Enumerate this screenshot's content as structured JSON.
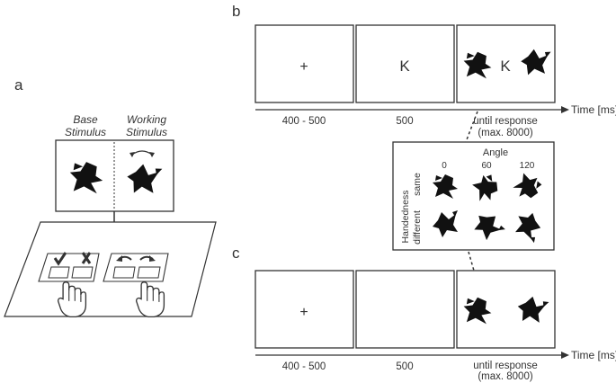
{
  "panel_labels": {
    "a": "a",
    "b": "b",
    "c": "c"
  },
  "panel_a": {
    "base_label_1": "Base",
    "base_label_2": "Stimulus",
    "working_label_1": "Working",
    "working_label_2": "Stimulus",
    "icons": [
      "check-icon",
      "cross-icon",
      "rotate-left-icon",
      "rotate-right-icon",
      "pointing-hand-icon"
    ]
  },
  "panel_b": {
    "frame1_symbol": "+",
    "frame2_symbol": "K",
    "frame3_symbol": "K",
    "duration1": "400 - 500",
    "duration2": "500",
    "duration3_line1": "until response",
    "duration3_line2": "(max. 8000)",
    "time_label": "Time [ms]"
  },
  "inset": {
    "angle_title": "Angle",
    "angles": [
      "0",
      "60",
      "120"
    ],
    "handedness_label": "Handedness",
    "row_same": "same",
    "row_different": "different"
  },
  "panel_c": {
    "frame1_symbol": "+",
    "duration1": "400 - 500",
    "duration2": "500",
    "duration3_line1": "until response",
    "duration3_line2": "(max. 8000)",
    "time_label": "Time [ms]"
  },
  "colors": {
    "ink": "#333333",
    "fill": "#111111",
    "background": "#ffffff"
  }
}
